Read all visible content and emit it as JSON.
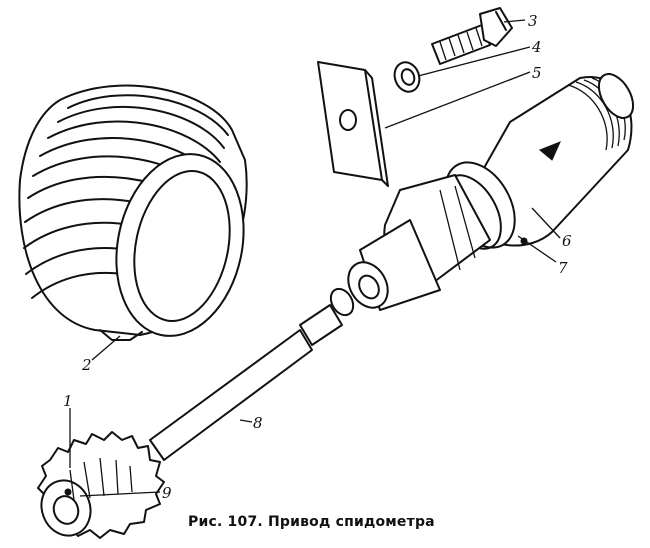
{
  "caption": "Рис. 107. Привод спидометра",
  "callouts": [
    {
      "id": "1",
      "label": "1"
    },
    {
      "id": "2",
      "label": "2"
    },
    {
      "id": "3",
      "label": "3"
    },
    {
      "id": "4",
      "label": "4"
    },
    {
      "id": "5",
      "label": "5"
    },
    {
      "id": "6",
      "label": "6"
    },
    {
      "id": "7",
      "label": "7"
    },
    {
      "id": "8",
      "label": "8"
    },
    {
      "id": "9",
      "label": "9"
    }
  ]
}
